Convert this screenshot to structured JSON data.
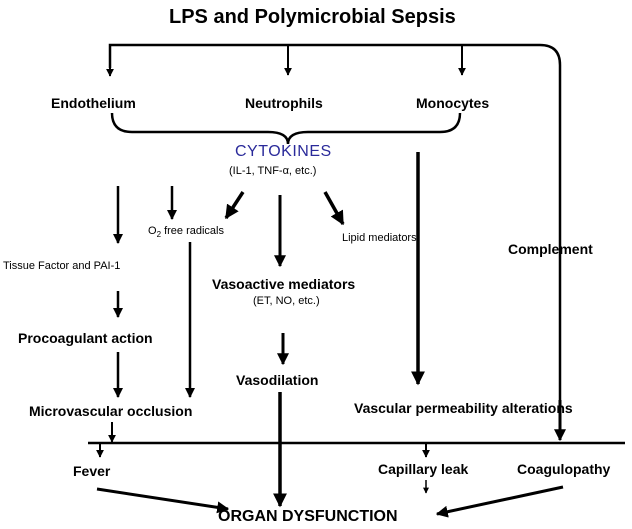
{
  "title": "LPS and Polymicrobial Sepsis",
  "sources": {
    "endothelium": "Endothelium",
    "neutrophils": "Neutrophils",
    "monocytes": "Monocytes"
  },
  "cytokines": {
    "label": "CYTOKINES",
    "examples": "(IL-1, TNF-α, etc.)"
  },
  "mediators": {
    "o2_prefix": "O",
    "o2_sub": "2",
    "o2_suffix": " free radicals",
    "lipid": "Lipid mediators",
    "tissue_factor": "Tissue Factor and PAI-1",
    "complement": "Complement",
    "vasoactive": "Vasoactive mediators",
    "vasoactive_examples": "(ET, NO, etc.)"
  },
  "effects": {
    "procoagulant": "Procoagulant action",
    "vasodilation": "Vasodilation",
    "microvascular_occlusion": "Microvascular occlusion",
    "permeability": "Vascular permeability alterations"
  },
  "outcomes": {
    "fever": "Fever",
    "capillary_leak": "Capillary leak",
    "coagulopathy": "Coagulopathy",
    "organ_dysfunction": "ORGAN DYSFUNCTION"
  },
  "colors": {
    "cytokines_text": "#2a2a9a",
    "lines": "#000000"
  }
}
